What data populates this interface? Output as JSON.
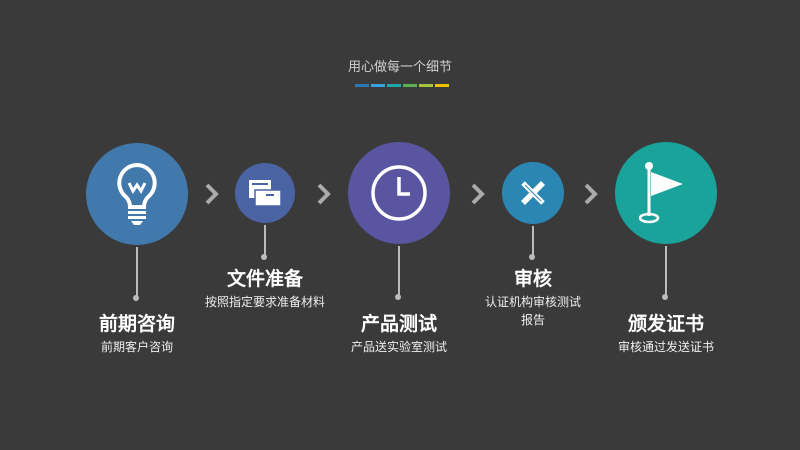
{
  "header": {
    "subtitle": "用心做每一个细节",
    "bar_colors": [
      "#2a78b8",
      "#3aa0e0",
      "#1ea9a8",
      "#5fb050",
      "#a4c43c",
      "#f2c200"
    ]
  },
  "steps": [
    {
      "title": "前期咨询",
      "desc": "前期客户咨询",
      "color": "#4179ad",
      "icon": "lightbulb-icon"
    },
    {
      "title": "文件准备",
      "desc": "按照指定要求准备材料",
      "color": "#4a63a3",
      "icon": "folder-icon"
    },
    {
      "title": "产品测试",
      "desc": "产品送实验室测试",
      "color": "#5a55a0",
      "icon": "clock-icon"
    },
    {
      "title": "审核",
      "desc": "认证机构审核测试",
      "desc2": "报告",
      "color": "#2c86b4",
      "icon": "ruler-pencil-icon"
    },
    {
      "title": "颁发证书",
      "desc": "审核通过发送证书",
      "color": "#1aa39a",
      "icon": "flag-icon"
    }
  ]
}
